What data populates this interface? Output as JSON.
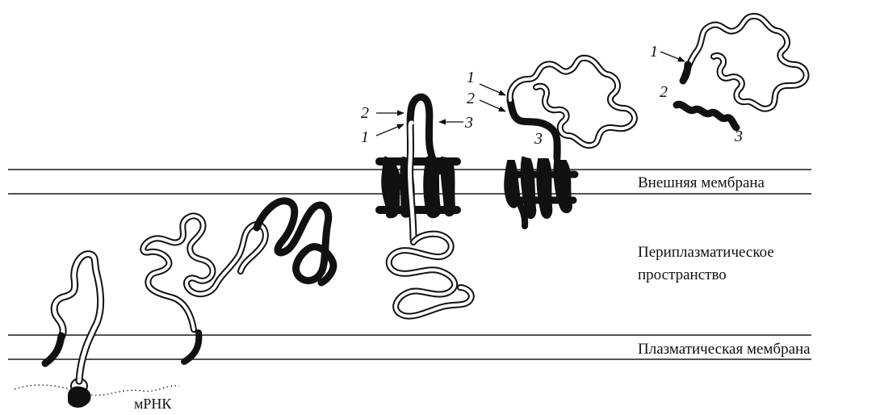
{
  "membranes": {
    "outer": "Внешняя мембрана",
    "periplasm_line1": "Периплазматическое",
    "periplasm_line2": "пространство",
    "inner": "Плазматическая мембрана"
  },
  "mrna_label": "мРНК",
  "domain_labels": {
    "one": "1",
    "two": "2",
    "three": "3"
  },
  "colors": {
    "ink": "#111111",
    "tube_fill": "#ffffff"
  }
}
